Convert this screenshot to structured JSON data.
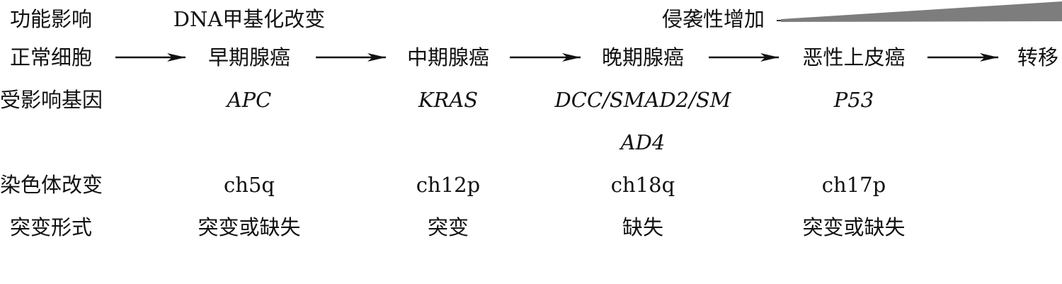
{
  "header": {
    "function_label": "功能影响",
    "dna_label": "DNA甲基化改变",
    "invasion_label": "侵袭性增加"
  },
  "row_labels": {
    "stages": "正常细胞",
    "genes": "受影响基因",
    "chromosome": "染色体改变",
    "mutation": "突变形式"
  },
  "stages": [
    "早期腺癌",
    "中期腺癌",
    "晚期腺癌",
    "恶性上皮癌",
    "转移"
  ],
  "genes": {
    "early": "APC",
    "mid": "KRAS",
    "late_line1": "DCC/SMAD2/SM",
    "late_line2": "AD4",
    "malignant": "P53"
  },
  "chromosome": {
    "early": "ch5q",
    "mid": "ch12p",
    "late": "ch18q",
    "malignant": "ch17p"
  },
  "mutation": {
    "early": "突变或缺失",
    "mid": "突变",
    "late": "缺失",
    "malignant": "突变或缺失"
  }
}
